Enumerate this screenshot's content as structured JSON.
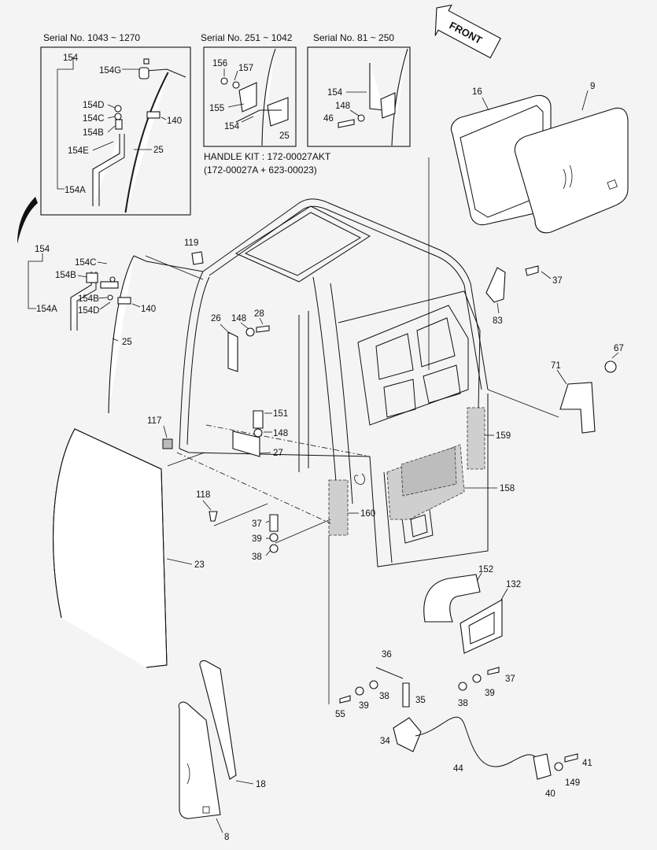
{
  "diagram": {
    "inset_headers": {
      "serial_a": "Serial No. 1043 ~ 1270",
      "serial_b": "Serial No. 251 ~ 1042",
      "serial_c": "Serial No. 81 ~ 250"
    },
    "handle_kit_line1": "HANDLE KIT : 172-00027AKT",
    "handle_kit_line2": "(172-00027A + 623-00023)",
    "front_arrow": "FRONT",
    "labels": {
      "p154_a": "154",
      "p154g": "154G",
      "p154d_a": "154D",
      "p154c_a": "154C",
      "p154b_a": "154B",
      "p154e": "154E",
      "p154a_a": "154A",
      "p140_a": "140",
      "p25_a": "25",
      "p156": "156",
      "p157": "157",
      "p155": "155",
      "p154_b": "154",
      "p25_b": "25",
      "p154_c": "154",
      "p148_c": "148",
      "p46": "46",
      "p16": "16",
      "p9": "9",
      "p154_m": "154",
      "p154c_m": "154C",
      "p154b_m": "154B",
      "p154a_m": "154A",
      "p154b_m2": "154B",
      "p154d_m": "154D",
      "p140_m": "140",
      "p25_m": "25",
      "p119": "119",
      "p37_a": "37",
      "p83": "83",
      "p26": "26",
      "p148_a": "148",
      "p28": "28",
      "p67": "67",
      "p71": "71",
      "p117": "117",
      "p151": "151",
      "p148_b": "148",
      "p27": "27",
      "p159": "159",
      "p158": "158",
      "p118": "118",
      "p37_b": "37",
      "p39_a": "39",
      "p38_a": "38",
      "p160": "160",
      "p23": "23",
      "p152": "152",
      "p132": "132",
      "p36": "36",
      "p37_c": "37",
      "p38_b": "38",
      "p39_b": "39",
      "p35": "35",
      "p38_c": "38",
      "p39_c": "39",
      "p55": "55",
      "p34": "34",
      "p44": "44",
      "p41": "41",
      "p149": "149",
      "p40": "40",
      "p18": "18",
      "p8": "8"
    }
  }
}
